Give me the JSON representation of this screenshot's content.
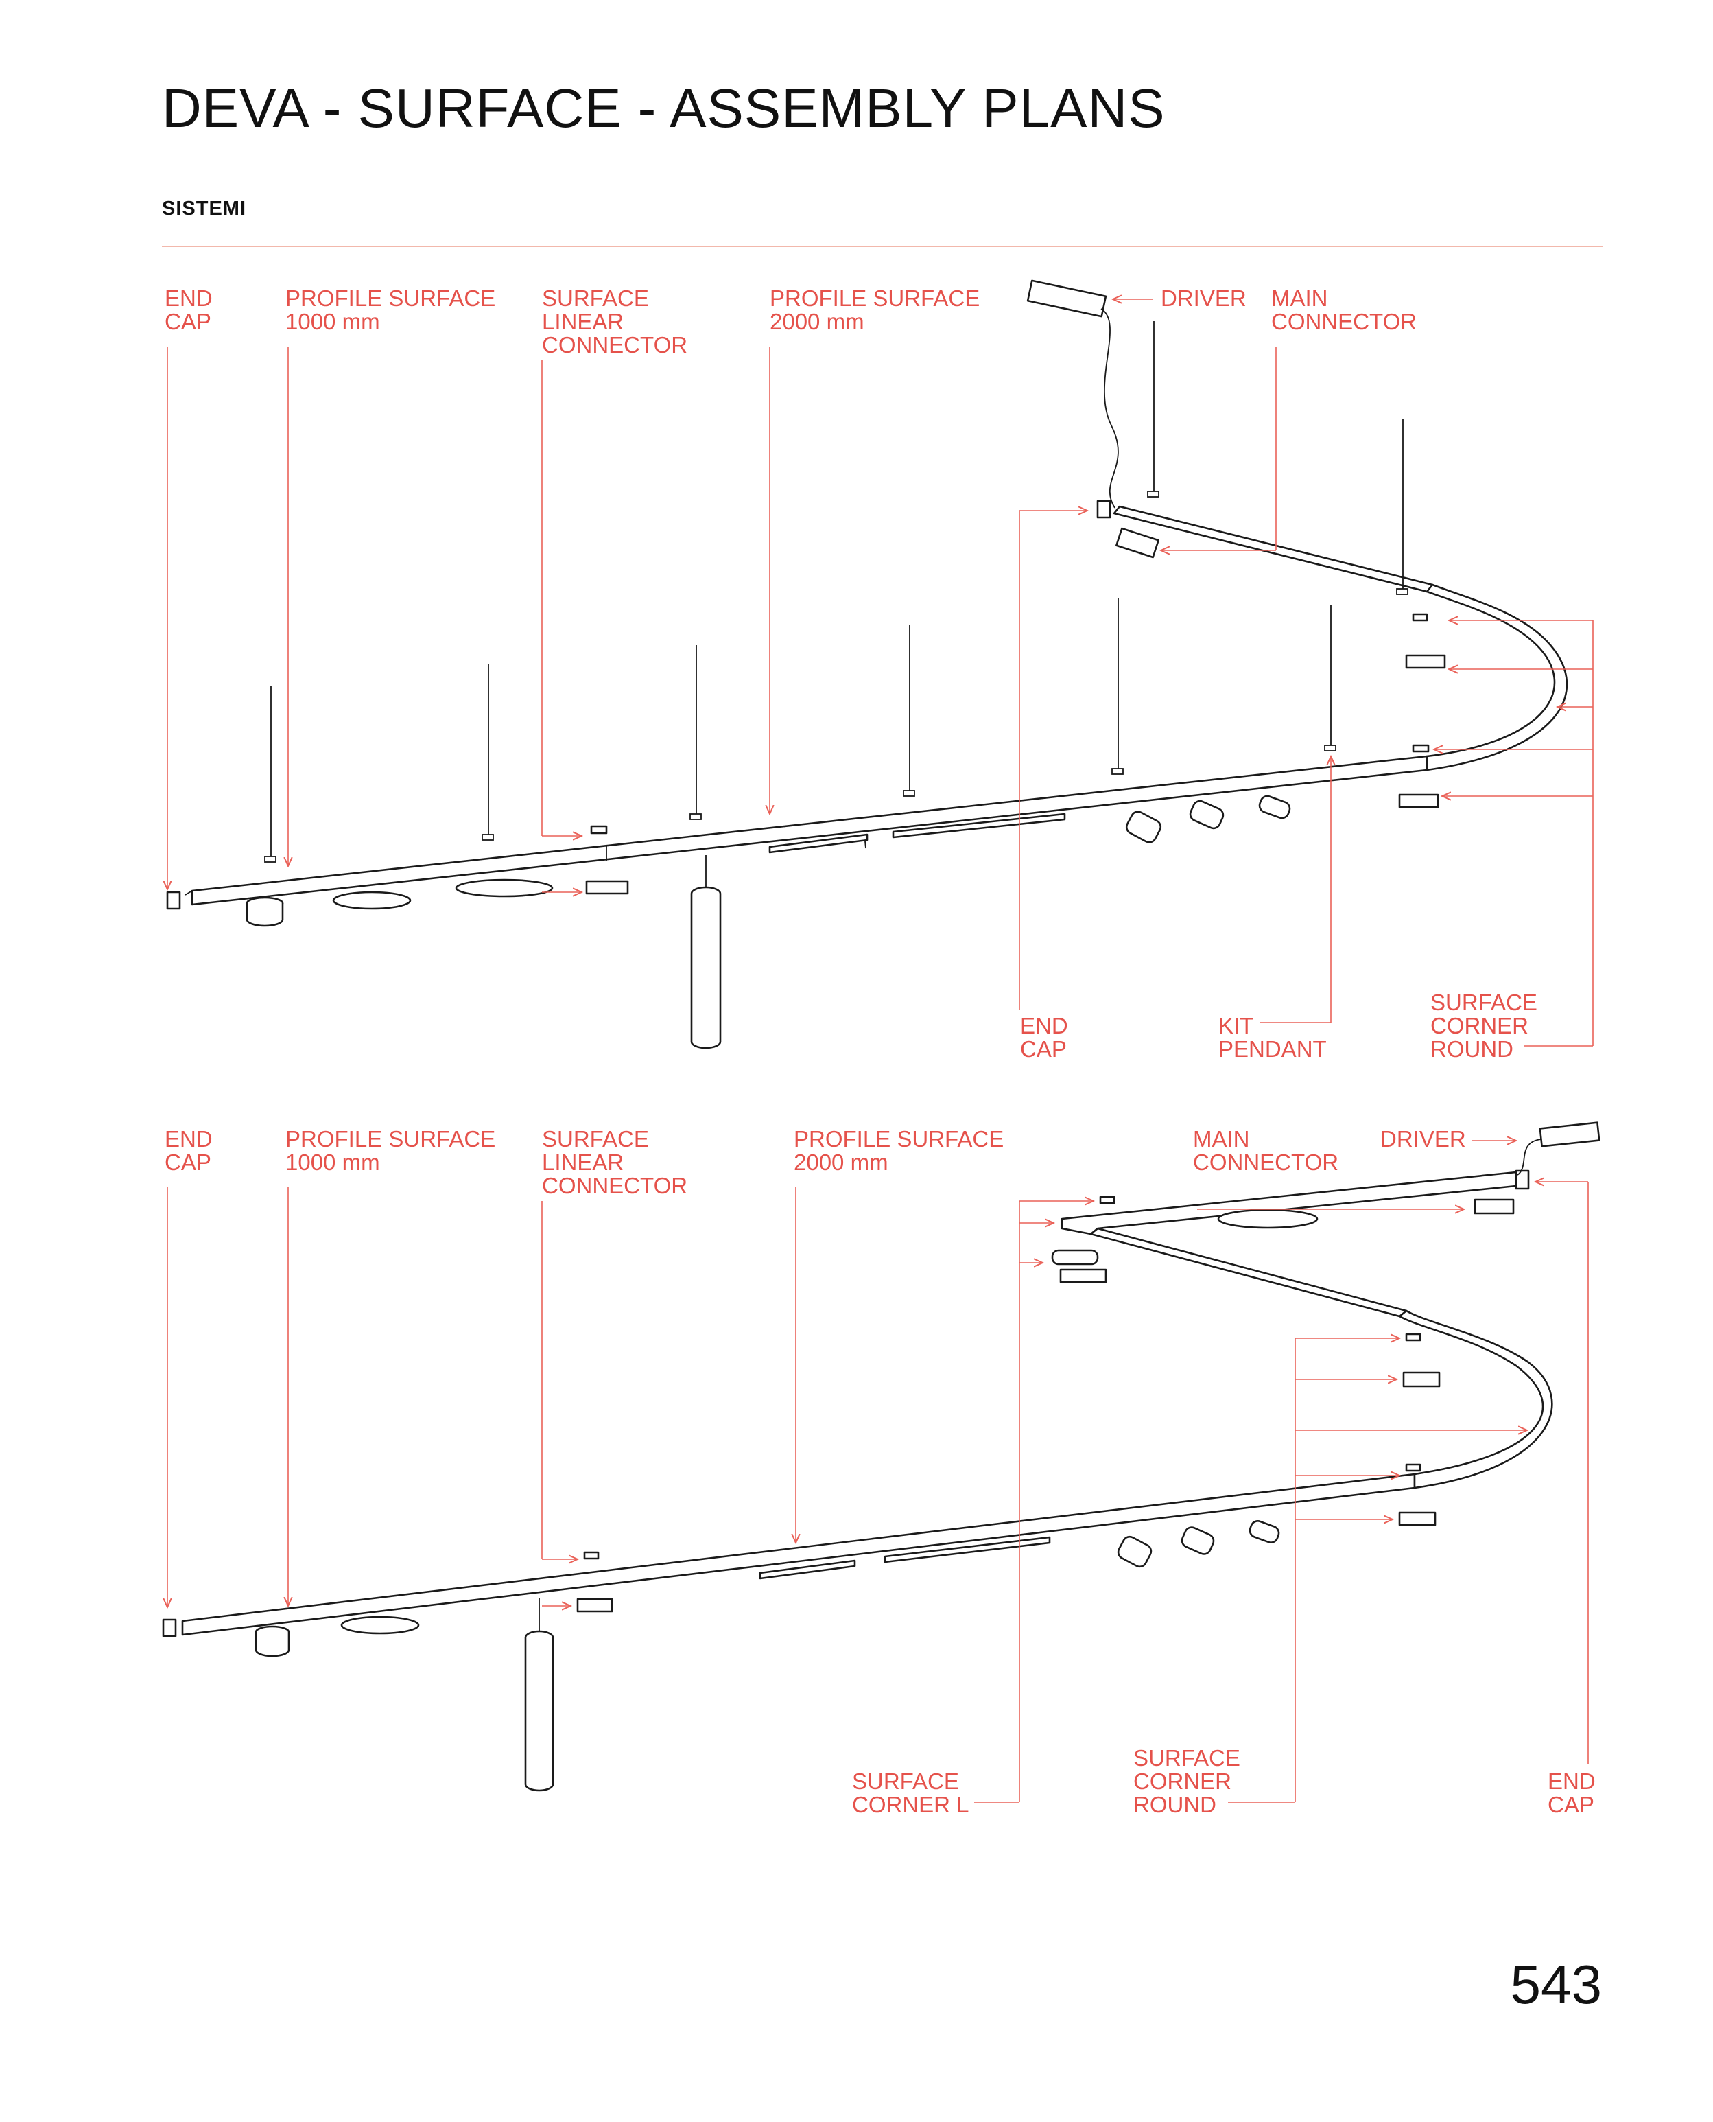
{
  "title": "DEVA - SURFACE - ASSEMBLY PLANS",
  "section": "SISTEMI",
  "page_number": "543",
  "colors": {
    "label": "#e5524b",
    "rule": "#f2b8ac",
    "line": "#1a1a1a"
  },
  "plan1": {
    "end_cap_left": [
      "END",
      "CAP"
    ],
    "profile_1000": [
      "PROFILE SURFACE",
      "1000 mm"
    ],
    "linear_connector": [
      "SURFACE",
      "LINEAR",
      "CONNECTOR"
    ],
    "profile_2000": [
      "PROFILE SURFACE",
      "2000 mm"
    ],
    "driver": "DRIVER",
    "main_connector": [
      "MAIN",
      "CONNECTOR"
    ],
    "end_cap_bottom": [
      "END",
      "CAP"
    ],
    "kit_pendant": [
      "KIT",
      "PENDANT"
    ],
    "corner_round": [
      "SURFACE",
      "CORNER",
      "ROUND"
    ]
  },
  "plan2": {
    "end_cap_left": [
      "END",
      "CAP"
    ],
    "profile_1000": [
      "PROFILE SURFACE",
      "1000 mm"
    ],
    "linear_connector": [
      "SURFACE",
      "LINEAR",
      "CONNECTOR"
    ],
    "profile_2000": [
      "PROFILE SURFACE",
      "2000 mm"
    ],
    "main_connector": [
      "MAIN",
      "CONNECTOR"
    ],
    "driver": "DRIVER",
    "corner_l": [
      "SURFACE",
      "CORNER L"
    ],
    "corner_round": [
      "SURFACE",
      "CORNER",
      "ROUND"
    ],
    "end_cap_right": [
      "END",
      "CAP"
    ]
  }
}
